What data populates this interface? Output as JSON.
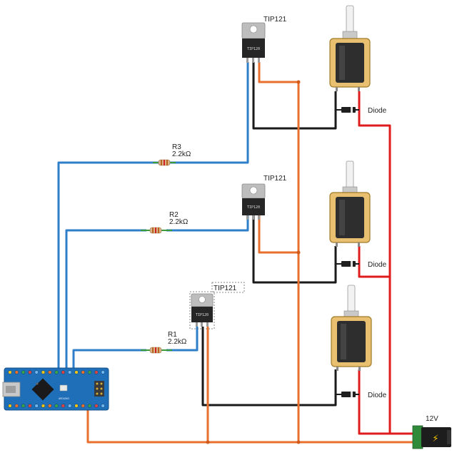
{
  "transistors": [
    {
      "name": "TIP121",
      "chip_marking": "TIP120"
    },
    {
      "name": "TIP121",
      "chip_marking": "TIP120"
    },
    {
      "name": "TIP121",
      "chip_marking": "TIP120"
    }
  ],
  "resistors": [
    {
      "name": "R3",
      "value": "2.2kΩ"
    },
    {
      "name": "R2",
      "value": "2.2kΩ"
    },
    {
      "name": "R1",
      "value": "2.2kΩ"
    }
  ],
  "diodes": [
    "Diode",
    "Diode",
    "Diode"
  ],
  "power": {
    "label": "12V",
    "symbol": "⚡"
  },
  "board": {
    "name": "Arduino Nano",
    "marking": "ARDUINO"
  },
  "wire_colors": {
    "signal": "#2f7ec9",
    "ground": "#1a1a1a",
    "collector": "#e8702c",
    "supply": "#e01b1b"
  }
}
